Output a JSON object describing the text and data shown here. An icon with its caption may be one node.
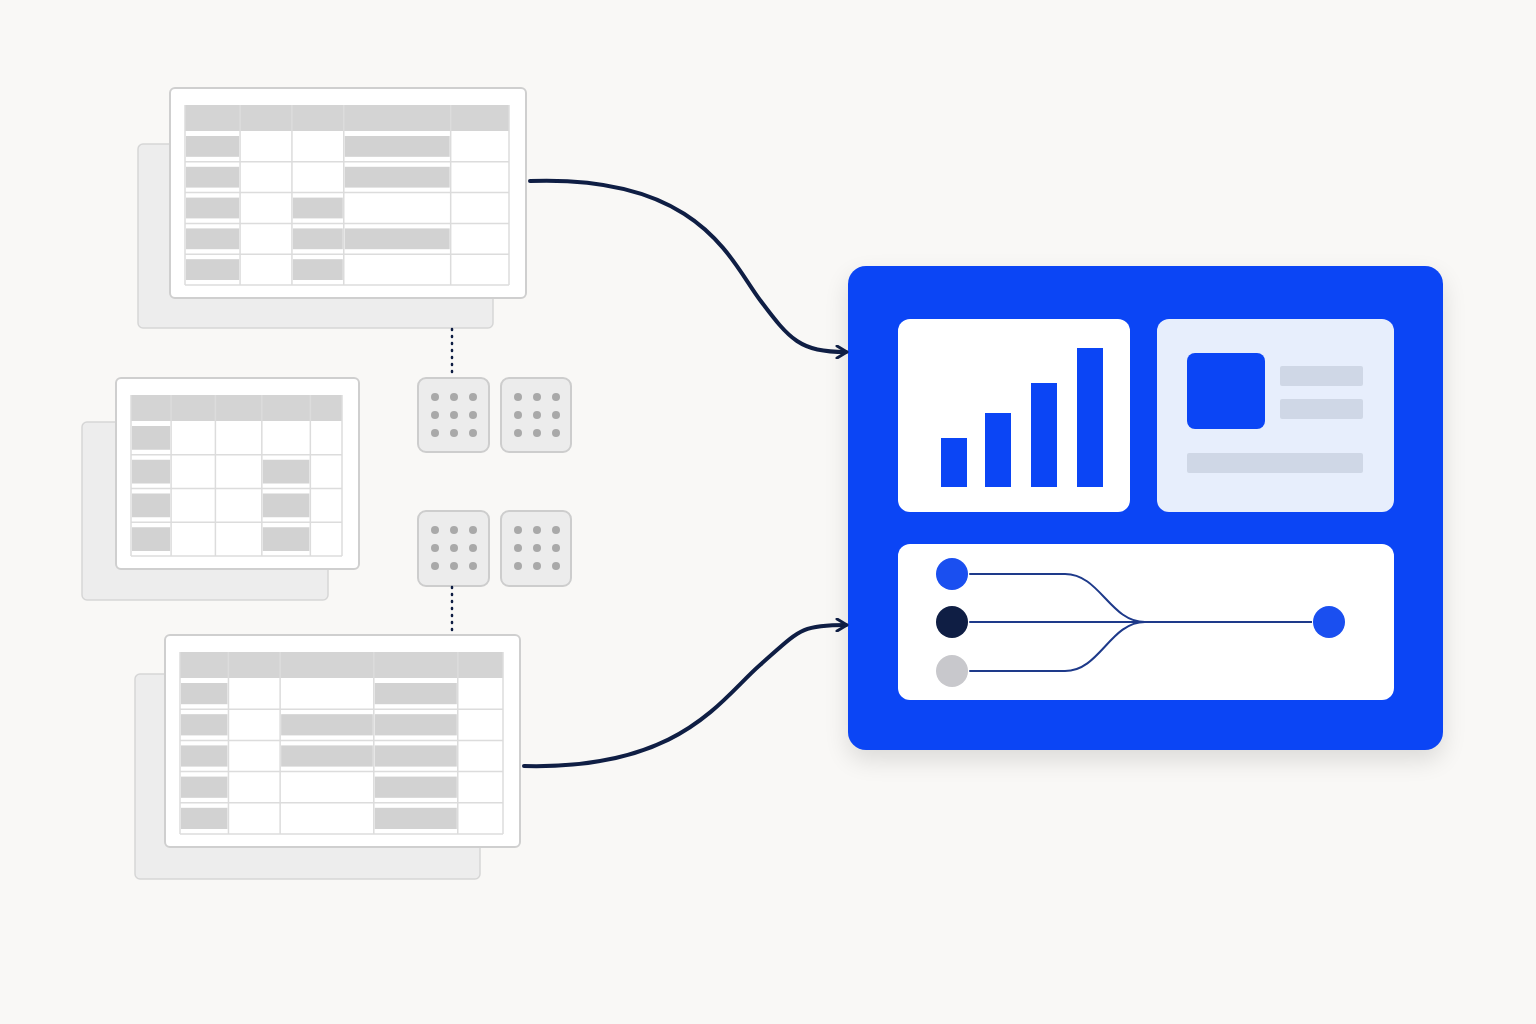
{
  "diagram": {
    "nodes": [
      {
        "text": [],
        "shape": "picture"
      },
      {
        "text": [],
        "shape": "picture"
      },
      {
        "text": [],
        "shape": "picture"
      },
      {
        "text": [],
        "shape": "box"
      },
      {
        "text": [],
        "shape": "box"
      },
      {
        "text": [],
        "shape": "box"
      },
      {
        "text": [],
        "shape": "box"
      },
      {
        "text": [],
        "shape": "box"
      },
      {
        "text": [],
        "shape": "picture",
        "in": 7
      },
      {
        "text": [],
        "shape": "picture",
        "in": 7
      },
      {
        "text": [],
        "shape": "box",
        "in": 7
      },
      {
        "text": [],
        "shape": "circle",
        "in": 10
      },
      {
        "text": [],
        "shape": "circle",
        "in": 10
      },
      {
        "text": [],
        "shape": "circle",
        "in": 10
      },
      {
        "text": [],
        "shape": "circle",
        "in": 10
      }
    ],
    "edges": [
      {
        "from": 0,
        "to": 7,
        "arrow": "to"
      },
      {
        "from": 2,
        "to": 7,
        "arrow": "to"
      },
      {
        "from": 0,
        "to": 3,
        "arrow": "none",
        "style": "dashed"
      },
      {
        "from": 5,
        "to": 2,
        "arrow": "none",
        "style": "dashed"
      },
      {
        "from": 11,
        "to": 14,
        "arrow": "none",
        "color": "#1e3a8a"
      },
      {
        "from": 12,
        "to": 14,
        "arrow": "none",
        "color": "#1e3a8a"
      },
      {
        "from": 13,
        "to": 14,
        "arrow": "none",
        "color": "#1e3a8a"
      }
    ]
  }
}
